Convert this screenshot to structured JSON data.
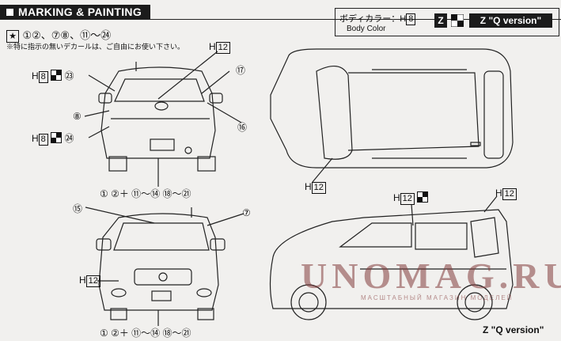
{
  "header": {
    "title": "MARKING & PAINTING"
  },
  "parts_line": "①②、⑦⑧、⑪〜㉔",
  "note": "※特に指示の無いデカールは、ご自由にお使い下さい。",
  "color_box": {
    "jp": "ボディカラー：H",
    "code": "8",
    "en": "Body Color",
    "z": "Z",
    "z_version": "Z \"Q version\""
  },
  "labels": {
    "h12_rear": "H",
    "h12_rear_n": "12",
    "h8_a": "H",
    "h8_a_n": "8",
    "n23": "㉓",
    "h8_b": "H",
    "h8_b_n": "8",
    "n24": "㉔",
    "n8": "⑧",
    "n17": "⑰",
    "n16": "⑯",
    "rear_decals": "①  ②＋ ⑪〜⑭ ⑱〜㉑",
    "h12_top": "H",
    "h12_top_n": "12",
    "n15": "⑮",
    "n7": "⑦",
    "h12_front": "H",
    "h12_front_n": "12",
    "front_decals": "①  ②＋ ⑪〜⑭ ⑱〜㉑",
    "h12_side_a": "H",
    "h12_side_a_n": "12",
    "h12_side_b": "H",
    "h12_side_b_n": "12",
    "side_caption": "Z \"Q version\""
  },
  "watermark": {
    "main": "UNOMAG.RU",
    "sub": "МАСШТАБНЫЙ МАГАЗИН МОДЕЛЕЙ"
  }
}
